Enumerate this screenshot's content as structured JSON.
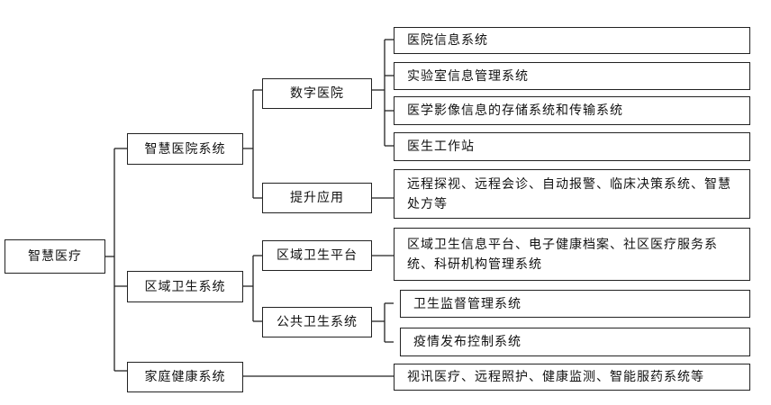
{
  "root": {
    "label": "智慧医疗"
  },
  "level1": {
    "hospital": {
      "label": "智慧医院系统"
    },
    "regional": {
      "label": "区域卫生系统"
    },
    "family": {
      "label": "家庭健康系统"
    }
  },
  "level2": {
    "digital_hospital": {
      "label": "数字医院"
    },
    "upgrade_apps": {
      "label": "提升应用"
    },
    "regional_platform": {
      "label": "区域卫生平台"
    },
    "public_health": {
      "label": "公共卫生系统"
    }
  },
  "leaves": {
    "his": {
      "label": "医院信息系统"
    },
    "lis": {
      "label": "实验室信息管理系统"
    },
    "pacs": {
      "label": "医学影像信息的存储系统和传输系统"
    },
    "workstation": {
      "label": "医生工作站"
    },
    "upgrade": {
      "label": "远程探视、远程会诊、自动报警、临床决策系统、智慧处方等"
    },
    "platform": {
      "label": "区域卫生信息平台、电子健康档案、社区医疗服务系统、科研机构管理系统"
    },
    "supervision": {
      "label": "卫生监督管理系统"
    },
    "epidemic": {
      "label": "疫情发布控制系统"
    },
    "family_items": {
      "label": "视讯医疗、远程照护、健康监测、智能服药系统等"
    }
  }
}
